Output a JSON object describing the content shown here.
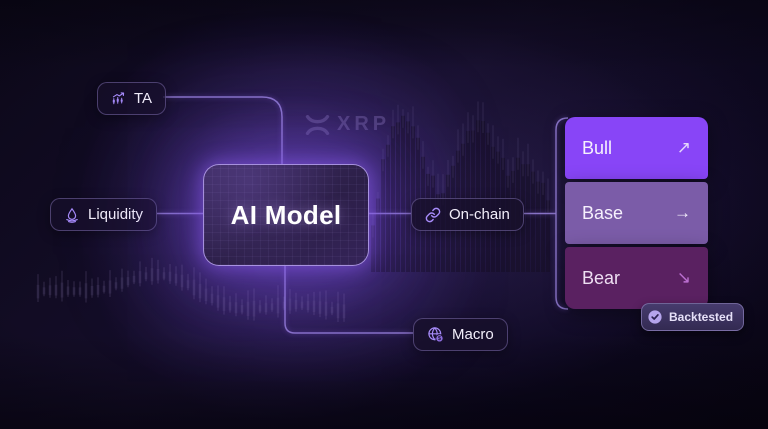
{
  "colors": {
    "accent": "#a78bfa",
    "connector": "#9a84dd",
    "glow": "#8458e6"
  },
  "watermark": {
    "label": "XRP",
    "logo": "xrp-x-logo"
  },
  "model": {
    "title": "AI Model"
  },
  "inputs": {
    "ta": {
      "label": "TA",
      "icon": "candlestick-trend-icon"
    },
    "liquidity": {
      "label": "Liquidity",
      "icon": "droplet-icon"
    },
    "onchain": {
      "label": "On-chain",
      "icon": "chain-link-icon"
    },
    "macro": {
      "label": "Macro",
      "icon": "globe-dollar-icon"
    }
  },
  "scenarios": [
    {
      "label": "Bull",
      "arrow": "↗",
      "color": "#8845f7"
    },
    {
      "label": "Base",
      "arrow": "→",
      "color": "#7b5ca8"
    },
    {
      "label": "Bear",
      "arrow": "↘",
      "color": "#5a2161"
    }
  ],
  "badge": {
    "label": "Backtested",
    "icon": "verified-check-icon"
  }
}
